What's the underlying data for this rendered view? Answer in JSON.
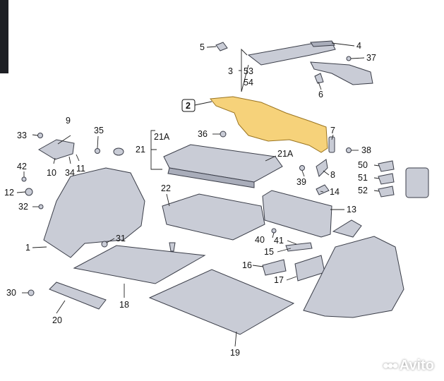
{
  "labels": {
    "1": "1",
    "2": "2",
    "3": "3",
    "4": "4",
    "5": "5",
    "6": "6",
    "7": "7",
    "8": "8",
    "9": "9",
    "10": "10",
    "11": "11",
    "12": "12",
    "13": "13",
    "14": "14",
    "15": "15",
    "16": "16",
    "17": "17",
    "18": "18",
    "19": "19",
    "20": "20",
    "21": "21",
    "21A": "21A",
    "22": "22",
    "30": "30",
    "31": "31",
    "32": "32",
    "33": "33",
    "34": "34",
    "35": "35",
    "36": "36",
    "37": "37",
    "38": "38",
    "39": "39",
    "40": "40",
    "41": "41",
    "42": "42",
    "50": "50",
    "51": "51",
    "52": "52",
    "53": "53",
    "54": "54"
  },
  "watermark": {
    "brand": "Avito",
    "icon": "avito-dots-logo-icon"
  },
  "colors": {
    "highlight": "#f6d27a",
    "part": "#c9ccd6",
    "line": "#222222"
  }
}
